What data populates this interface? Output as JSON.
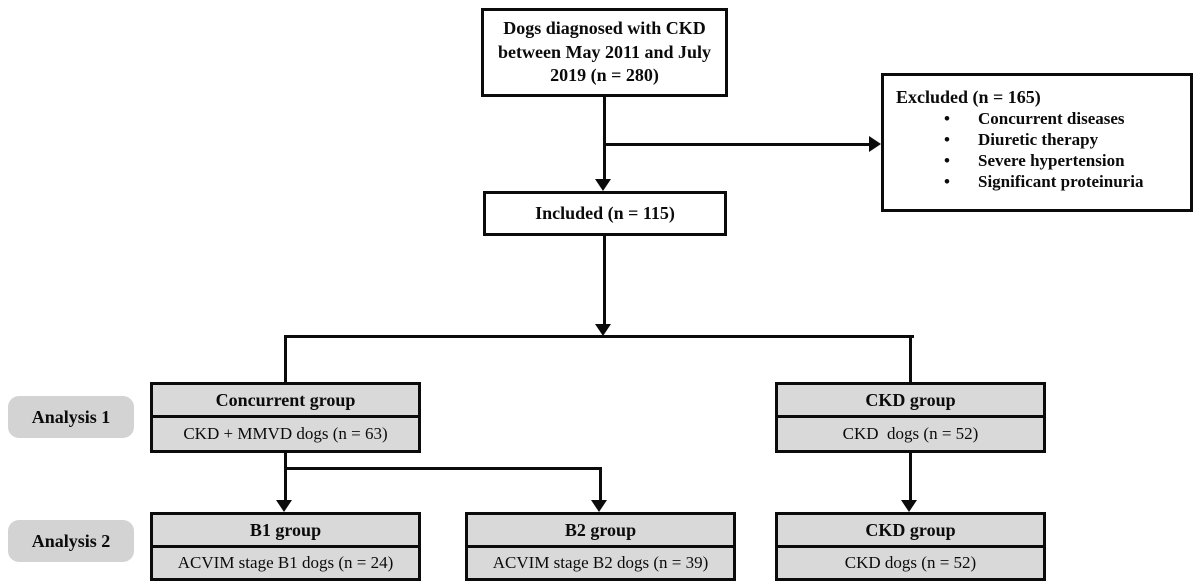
{
  "figure": {
    "type": "study-flowchart",
    "boxes": {
      "enrollment": "Dogs diagnosed with CKD between May 2011 and July 2019 (n = 280)",
      "excluded": {
        "title": "Excluded (n = 165)",
        "bullet": "•",
        "items": [
          "Concurrent diseases",
          "Diuretic therapy",
          "Severe hypertension",
          "Significant proteinuria"
        ]
      },
      "included": "Included (n = 115)"
    },
    "analysis1": {
      "label": "Analysis 1",
      "groups": [
        {
          "header": "Concurrent group",
          "detail": "CKD + MMVD dogs (n = 63)"
        },
        {
          "header": "CKD group",
          "detail": "CKD  dogs (n = 52)"
        }
      ]
    },
    "analysis2": {
      "label": "Analysis 2",
      "groups": [
        {
          "header": "B1 group",
          "detail": "ACVIM stage B1 dogs (n = 24)"
        },
        {
          "header": "B2 group",
          "detail": "ACVIM stage B2 dogs (n = 39)"
        },
        {
          "header": "CKD group",
          "detail": "CKD dogs (n = 52)"
        }
      ]
    },
    "colors": {
      "line": "#0b0b0b",
      "group_fill": "#d9d9d9",
      "label_fill": "#d3d3d3",
      "box_fill": "#ffffff"
    }
  }
}
